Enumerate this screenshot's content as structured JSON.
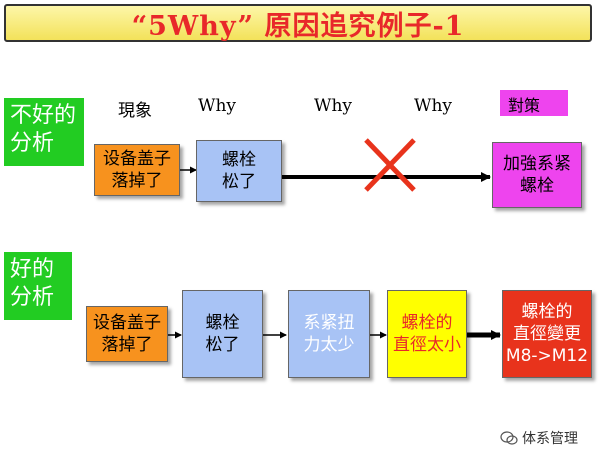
{
  "title": "“5Why” 原因追究例子-1",
  "headers": {
    "phenomenon": "現象",
    "why1": "Why",
    "why2": "Why",
    "why3": "Why",
    "countermeasure": "對策"
  },
  "bad": {
    "label": "不好的\n分析",
    "phenomenon": "设备盖子\n落掉了",
    "why1": "螺栓\n松了",
    "countermeasure": "加強系紧\n螺栓"
  },
  "good": {
    "label": "好的\n分析",
    "phenomenon": "设备盖子\n落掉了",
    "why1": "螺栓\n松了",
    "why2": "系紧扭\n力太少",
    "why3": "螺栓的\n直徑太小",
    "countermeasure": "螺栓的\n直徑變更\nM8->M12"
  },
  "watermark": "体系管理",
  "colors": {
    "title_bg": "#f3e25a",
    "title_text": "#e8282a",
    "side_label_bg": "#22cc22",
    "phenomenon_box": "#f7921e",
    "why_box": "#a8c3f5",
    "countermeasure_box": "#ee44ee",
    "root_cause_box": "#ffff00",
    "final_countermeasure_box": "#e8331c",
    "cross_mark": "#e8331c"
  },
  "icons": {
    "cross": "x-mark-icon",
    "watermark": "wechat-icon"
  }
}
